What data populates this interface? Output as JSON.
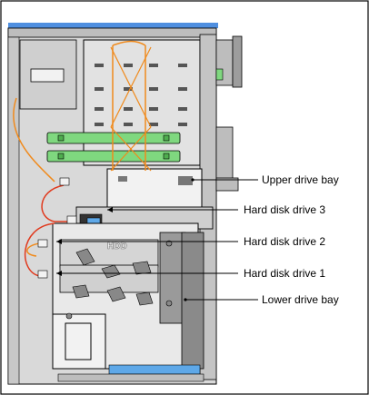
{
  "diagram": {
    "callouts": [
      {
        "id": "upper-drive-bay",
        "label": "Upper drive bay"
      },
      {
        "id": "hard-disk-drive-3",
        "label": "Hard disk drive 3"
      },
      {
        "id": "hard-disk-drive-2",
        "label": "Hard disk drive 2"
      },
      {
        "id": "hard-disk-drive-1",
        "label": "Hard disk drive 1"
      },
      {
        "id": "lower-drive-bay",
        "label": "Lower drive bay"
      }
    ],
    "hdd_marking": "HDD",
    "colors": {
      "chassis_fill": "#d9d9d9",
      "chassis_dark": "#a6a6a6",
      "outline": "#000000",
      "cable_orange": "#f08a1c",
      "cable_red": "#e03a1e",
      "card_green": "#7fd87f",
      "accent_blue": "#5ea8e8",
      "top_blue": "#4f8fe0",
      "panel_white": "#f2f2f2"
    }
  }
}
